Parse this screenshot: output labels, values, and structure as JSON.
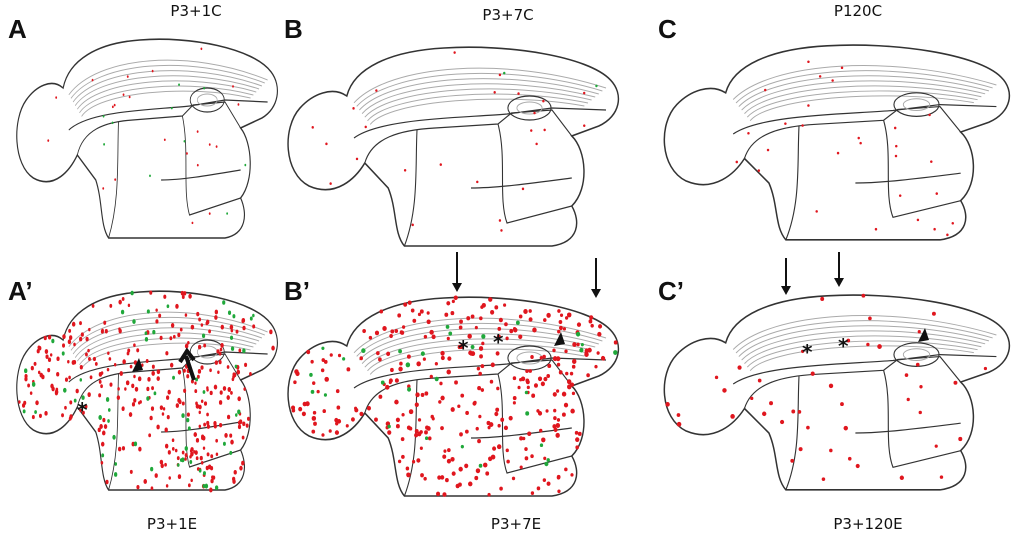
{
  "panels": [
    {
      "letter": "A",
      "caption": "P3+1C"
    },
    {
      "letter": "B",
      "caption": "P3+7C"
    },
    {
      "letter": "C",
      "caption": "P120C"
    },
    {
      "letter": "A’",
      "caption": "P3+1E"
    },
    {
      "letter": "B’",
      "caption": "P3+7E"
    },
    {
      "letter": "C’",
      "caption": "P3+120E"
    }
  ],
  "markers": {
    "asterisk": "*"
  },
  "colors": {
    "red_dot": "#e0161e",
    "green_dot": "#1fa83a",
    "outline": "#333333",
    "layer": "#aaaaaa"
  }
}
